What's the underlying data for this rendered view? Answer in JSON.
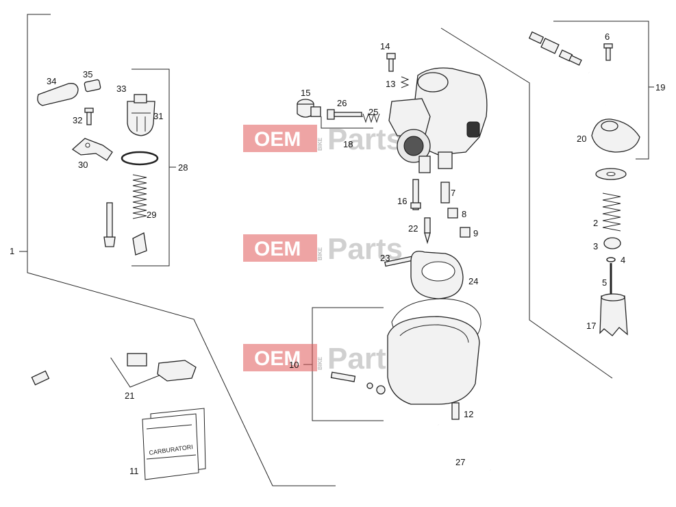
{
  "watermark": {
    "oem": "OEM",
    "bike": "BIKE",
    "parts": "Parts"
  },
  "document_text": "CARBURATORI",
  "labels": {
    "l1": "1",
    "l2": "2",
    "l3": "3",
    "l4": "4",
    "l5": "5",
    "l6": "6",
    "l7": "7",
    "l8": "8",
    "l9": "9",
    "l10": "10",
    "l11": "11",
    "l12": "12",
    "l13": "13",
    "l14": "14",
    "l15": "15",
    "l16": "16",
    "l17": "17",
    "l18": "18",
    "l19": "19",
    "l20": "20",
    "l21": "21",
    "l22": "22",
    "l23": "23",
    "l24": "24",
    "l25": "25",
    "l26": "26",
    "l27": "27",
    "l28": "28",
    "l29": "29",
    "l30": "30",
    "l31": "31",
    "l32": "32",
    "l33": "33",
    "l34": "34",
    "l35": "35"
  },
  "colors": {
    "watermark_red": "#e05a5a",
    "line": "#222222"
  }
}
